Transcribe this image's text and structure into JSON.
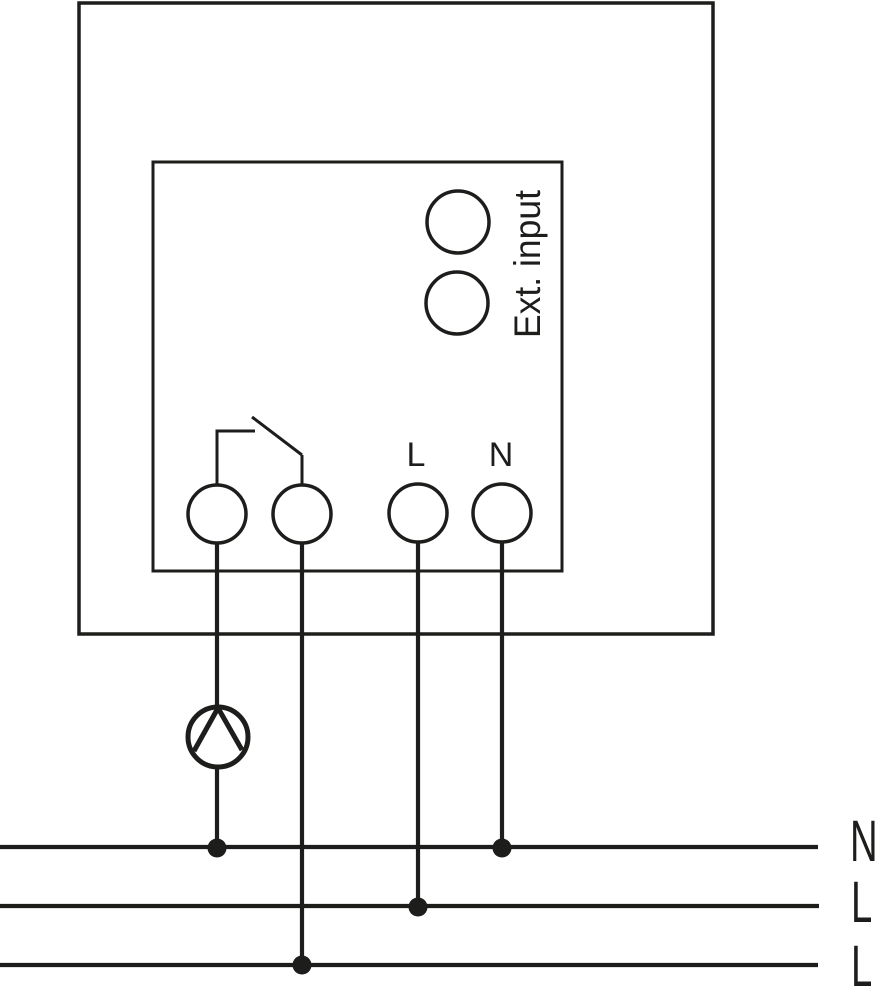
{
  "colors": {
    "line": "#1d1d1b",
    "background": "#ffffff"
  },
  "device": {
    "ext_input_label": "Ext. input",
    "terminal_l_label": "L",
    "terminal_n_label": "N"
  },
  "bus": {
    "labels": [
      "N",
      "L",
      "L"
    ]
  },
  "icons": {
    "pump": "pump-icon",
    "relay_contact": "relay-contact-icon"
  }
}
